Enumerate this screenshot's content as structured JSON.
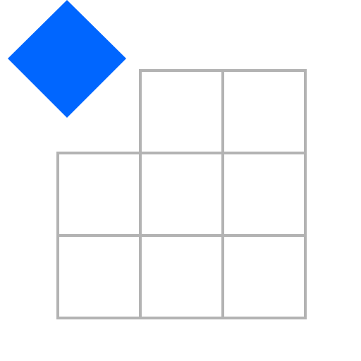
{
  "figure": {
    "background_color": "#ffffff",
    "shape": {
      "kind": "diamond",
      "color": "#0066ff"
    },
    "grid": {
      "line_color": "#b3b3b3",
      "cells": [
        {
          "row": 0,
          "col": 1
        },
        {
          "row": 0,
          "col": 2
        },
        {
          "row": 1,
          "col": 0
        },
        {
          "row": 1,
          "col": 1
        },
        {
          "row": 1,
          "col": 2
        },
        {
          "row": 2,
          "col": 0
        },
        {
          "row": 2,
          "col": 1
        },
        {
          "row": 2,
          "col": 2
        }
      ]
    }
  }
}
